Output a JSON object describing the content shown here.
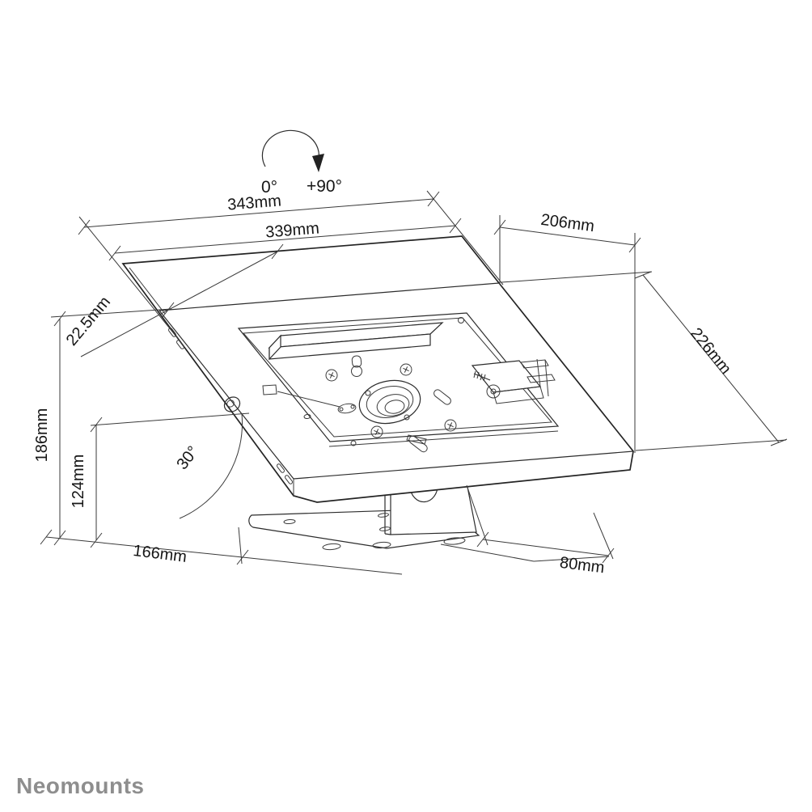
{
  "brand": {
    "logo_text": "Neomounts",
    "logo_color": "#8e8e8e"
  },
  "drawing": {
    "type": "technical-dimension-drawing",
    "subject": "tilted tablet enclosure on desk stand",
    "background": "#ffffff",
    "line_color": "#2c2c2c",
    "rotation_indicator": {
      "start_label": "0°",
      "end_label": "+90°"
    },
    "dims": {
      "w343": "343mm",
      "w339": "339mm",
      "d206": "206mm",
      "d226": "226mm",
      "t225": "22.5mm",
      "h186": "186mm",
      "h124": "124mm",
      "b166": "166mm",
      "b80": "80mm",
      "tilt": "30°",
      "rot0": "0°",
      "rot90": "+90°"
    }
  }
}
